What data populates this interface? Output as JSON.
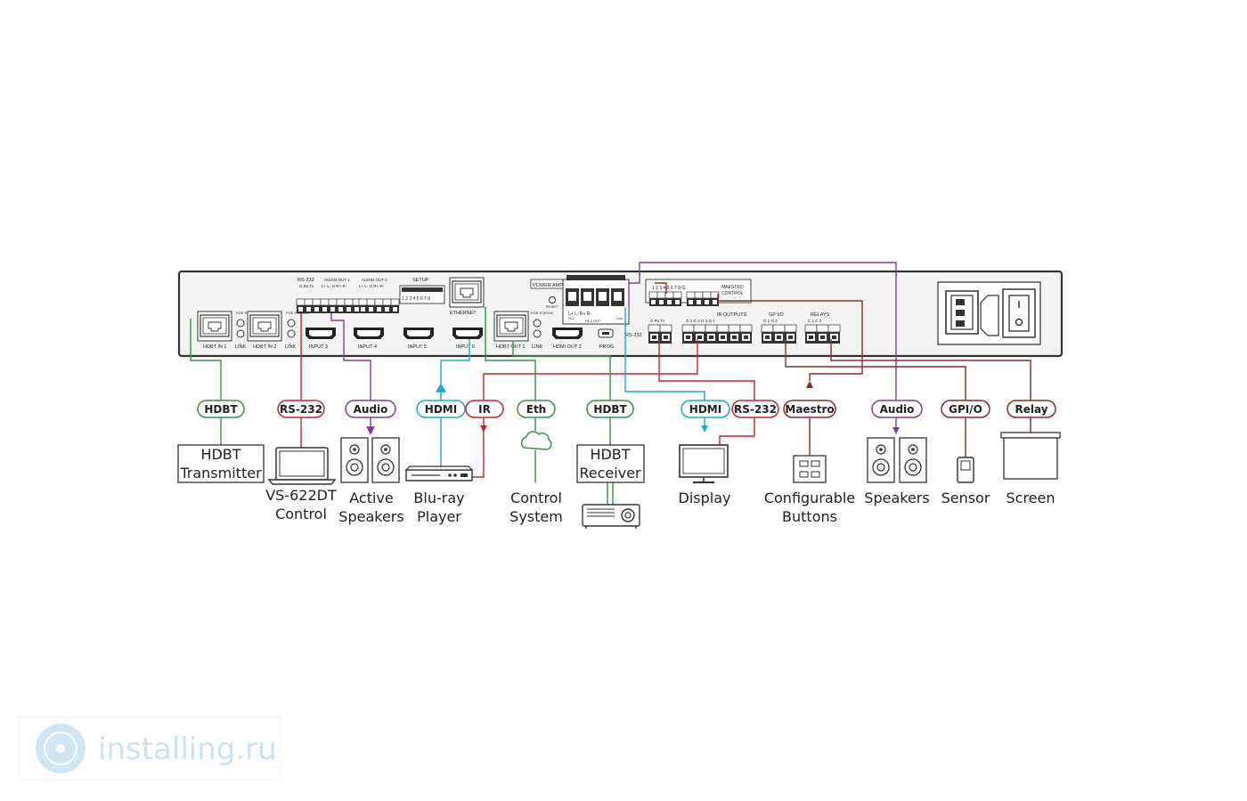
{
  "panel": {
    "labels": {
      "hdbt_in_1": "HDBT IN 1",
      "hdbt_in_2": "HDBT IN 2",
      "link_1": "LINK",
      "link_2": "LINK",
      "link_3": "LINK",
      "poe_status_1": "POE STATUS",
      "poe_status_2": "POE STATUS",
      "poe_status_3": "POE STATUS",
      "rs232": "RS-232",
      "rs232_pins": "G Rx Tx",
      "audio_out_1": "AUDIO OUT 1",
      "audio_out_1_pins": "L+ L- G R+ R-",
      "audio_out_2": "AUDIO OUT 2",
      "audio_out_2_pins": "L+ L- G R+ R-",
      "setup": "SETUP",
      "setup_pins": "1 2 3 4 5 6 7 8",
      "ethernet": "ETHERNET",
      "input_3": "INPUT 3",
      "input_4": "INPUT 4",
      "input_5": "INPUT 5",
      "input_6": "INPUT 6",
      "hdbt_out_1": "HDBT OUT 1",
      "hdmi_out_2": "HDMI OUT 2",
      "prog": "PROG",
      "power_amp": "POWER AMP",
      "reset": "RESET",
      "amp_pins": "L+ L- R+ R-",
      "hiz": "Hi-Z",
      "com": "Com",
      "hiz_out": "HI-Z OUT",
      "rs232_right": "RS-232",
      "rs232_right_pins": "G Rx Tx",
      "maestro_pins": "1 2 3 4 5 6 7 8 G",
      "maestro": "MAESTRO",
      "control": "CONTROL",
      "ir_outputs": "IR OUTPUTS",
      "ir_pins": "G 1 G 2 G 3 G 4",
      "gpio": "GP I/O",
      "gpio_pins": "G 1 G 2",
      "relays": "RELAYS",
      "relays_pins": "C 1 C 2"
    }
  },
  "connections": {
    "hdbt_1": "HDBT",
    "rs232_1": "RS-232",
    "audio_1": "Audio",
    "hdmi_1": "HDMI",
    "ir": "IR",
    "eth": "Eth",
    "hdbt_2": "HDBT",
    "hdmi_2": "HDMI",
    "rs232_2": "RS-232",
    "maestro": "Maestro",
    "audio_2": "Audio",
    "gpio": "GPI/O",
    "relay": "Relay"
  },
  "devices": {
    "hdbt_tx_line1": "HDBT",
    "hdbt_tx_line2": "Transmitter",
    "vs622_line1": "VS-622DT",
    "vs622_line2": "Control",
    "active_spk_line1": "Active",
    "active_spk_line2": "Speakers",
    "bluray_line1": "Blu-ray",
    "bluray_line2": "Player",
    "control_sys_line1": "Control",
    "control_sys_line2": "System",
    "hdbt_rx_line1": "HDBT",
    "hdbt_rx_line2": "Receiver",
    "display": "Display",
    "buttons_line1": "Configurable",
    "buttons_line2": "Buttons",
    "speakers": "Speakers",
    "sensor": "Sensor",
    "screen": "Screen"
  },
  "watermark": {
    "text": "installing.ru"
  },
  "colors": {
    "green": "#3a8f4c",
    "red": "#c0282e",
    "purple": "#7b3f98",
    "cyan": "#1fa9d6",
    "dark_red": "#8a2a2a",
    "panel_bg": "#f4f4f4",
    "panel_border": "#333333"
  },
  "icons": [
    "rj45-port-icon",
    "hdmi-port-icon",
    "terminal-block-icon",
    "dip-switch-icon",
    "iec-power-inlet-icon",
    "power-switch-icon",
    "laptop-icon",
    "speaker-icon",
    "bluray-player-icon",
    "cloud-icon",
    "projector-icon",
    "monitor-icon",
    "button-panel-icon",
    "sensor-icon",
    "projection-screen-icon",
    "watermark-logo-icon"
  ]
}
